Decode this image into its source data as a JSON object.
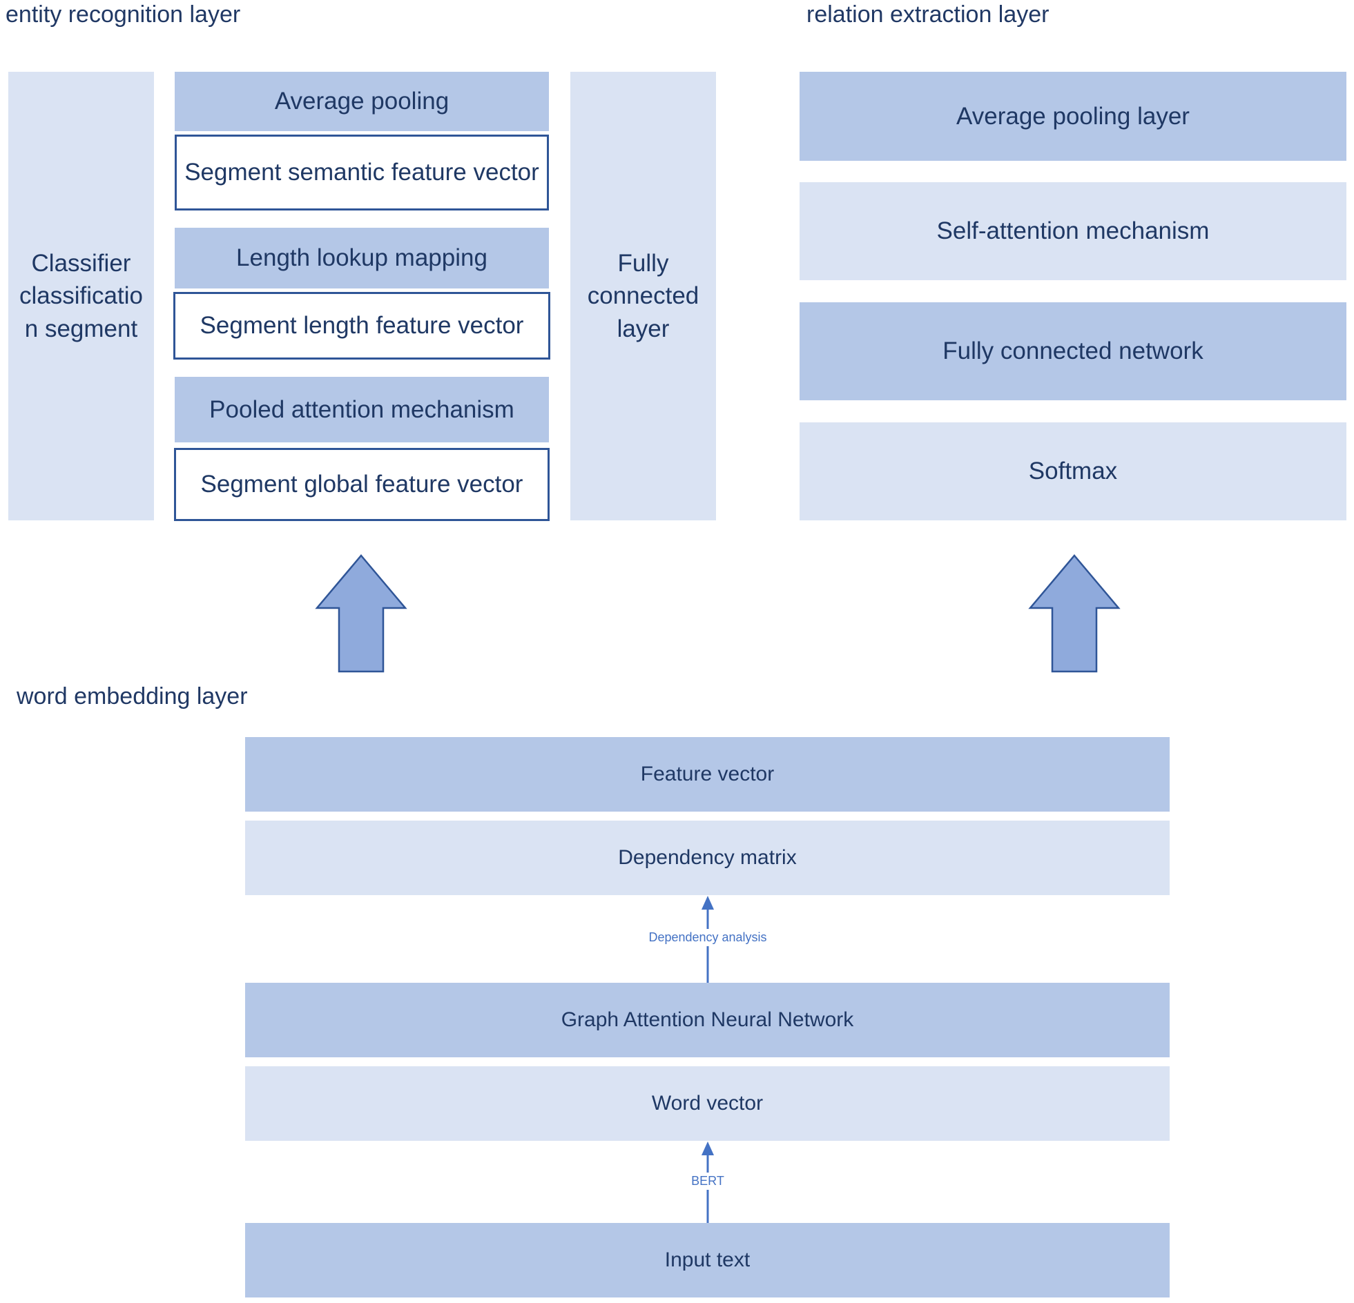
{
  "sections": {
    "entity": "entity recognition layer",
    "relation": "relation extraction layer",
    "embedding": "word embedding layer"
  },
  "entity_layer": {
    "classifier": "Classifier classificatio n segment",
    "average_pooling": "Average pooling",
    "semantic_vector": "Segment semantic feature vector",
    "length_lookup": "Length lookup mapping",
    "length_vector": "Segment length feature vector",
    "pooled_attention": "Pooled attention mechanism",
    "global_vector": "Segment global feature vector",
    "fully_connected": "Fully connected layer"
  },
  "relation_layer": {
    "average_pooling_layer": "Average pooling layer",
    "self_attention": "Self-attention mechanism",
    "fully_connected_network": "Fully connected network",
    "softmax": "Softmax"
  },
  "embedding_layer": {
    "feature_vector": "Feature vector",
    "dependency_matrix": "Dependency matrix",
    "dependency_analysis": "Dependency analysis",
    "gat": "Graph Attention Neural Network",
    "word_vector": "Word vector",
    "bert": "BERT",
    "input_text": "Input text"
  },
  "colors": {
    "dark_fill": "#b4c7e7",
    "light_fill": "#dae3f3",
    "outline": "#2f5597",
    "arrow_fill": "#8faadc",
    "small_arrow": "#4472c4"
  }
}
